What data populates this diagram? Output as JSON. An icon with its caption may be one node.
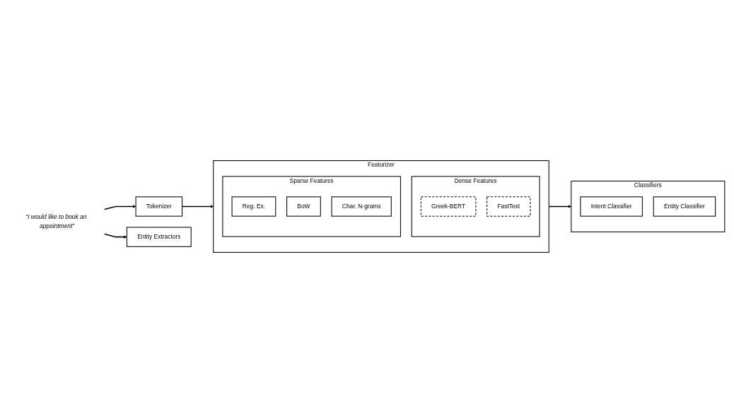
{
  "diagram": {
    "nodes": [
      {
        "text": [
          "“I would like to book an appointment”"
        ]
      },
      {
        "text": [
          "Tokenizer"
        ]
      },
      {
        "text": [
          "Entity Extractors"
        ]
      },
      {
        "text": [
          "Featurizer"
        ]
      },
      {
        "text": [
          "Dense Features"
        ],
        "in": 3
      },
      {
        "text": [
          "Greek-BERT"
        ],
        "in": 4
      },
      {
        "text": [
          "FastText"
        ],
        "in": 4
      },
      {
        "text": [
          "Sparse Features"
        ],
        "in": 3
      },
      {
        "text": [
          "Reg. Ex."
        ],
        "in": 7
      },
      {
        "text": [
          "BoW"
        ],
        "in": 7
      },
      {
        "text": [
          "Char. N-grams"
        ],
        "in": 7
      },
      {
        "text": [
          "Classifiers"
        ]
      },
      {
        "text": [
          "Intent Classifier"
        ],
        "in": 11
      },
      {
        "text": [
          "Entity Classifier"
        ],
        "in": 11
      }
    ],
    "edges": [
      {
        "from": 0,
        "to": 1,
        "arrow": "to"
      },
      {
        "from": 0,
        "to": 2,
        "arrow": "to"
      },
      {
        "from": 1,
        "to": 3,
        "arrow": "to"
      },
      {
        "from": 3,
        "to": 11,
        "arrow": "to"
      }
    ]
  }
}
